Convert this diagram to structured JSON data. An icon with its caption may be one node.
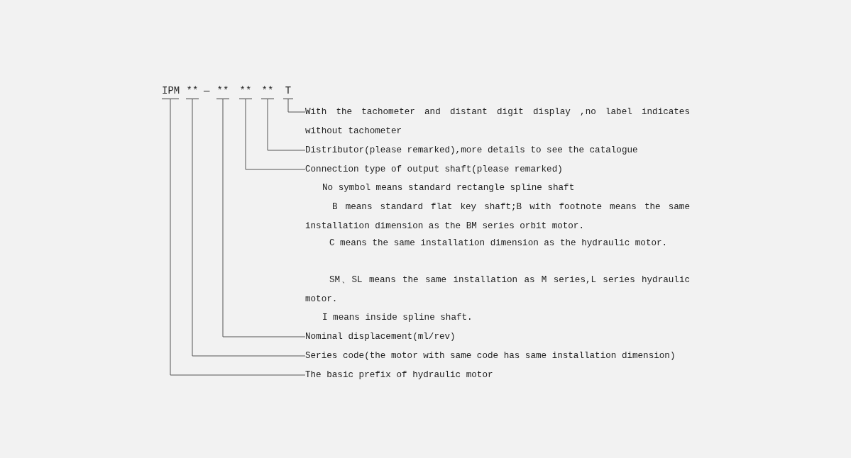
{
  "diagram": {
    "nodes": [
      {
        "text": [
          "IPM"
        ]
      },
      {
        "text": [
          "**"
        ]
      },
      {
        "text": [
          "**"
        ]
      },
      {
        "text": [
          "**"
        ]
      },
      {
        "text": [
          "**"
        ]
      },
      {
        "text": [
          "T"
        ]
      },
      {
        "text": [
          "With the tachometer and distant digit display ,no label indicates without tachometer"
        ]
      },
      {
        "text": [
          "Distributor(please remarked),more details to see the catalogue"
        ]
      },
      {
        "text": [
          "Connection type of output shaft(please remarked)"
        ]
      },
      {
        "text": [
          "Nominal displacement(ml/rev)"
        ]
      },
      {
        "text": [
          "Series code(the motor with same code has same installation dimension)"
        ]
      },
      {
        "text": [
          "The basic prefix of hydraulic motor"
        ]
      }
    ],
    "edges": [
      {
        "from": 5,
        "to": 6,
        "arrow": "none"
      },
      {
        "from": 4,
        "to": 7,
        "arrow": "none"
      },
      {
        "from": 3,
        "to": 8,
        "arrow": "none"
      },
      {
        "from": 2,
        "to": 9,
        "arrow": "none"
      },
      {
        "from": 1,
        "to": 10,
        "arrow": "none"
      },
      {
        "from": 0,
        "to": 11,
        "arrow": "none"
      }
    ],
    "labels": [
      "—",
      "No symbol means standard rectangle spline shaft",
      "B means standard flat key shaft;B with footnote means the same installation dimension as the BM series orbit motor.",
      "C means the same installation dimension as the hydraulic motor.",
      "SM、SL means the same installation as M series,L series hydraulic motor.",
      "I means inside spline shaft."
    ]
  }
}
